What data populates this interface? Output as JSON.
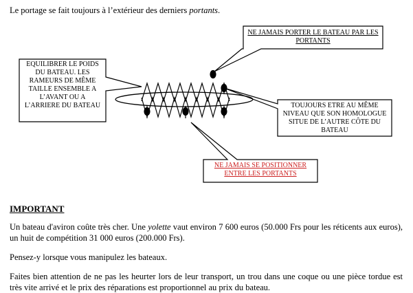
{
  "intro": {
    "text_before": "Le portage se fait toujours à l’extérieur des derniers ",
    "emphasis": "portants",
    "text_after": "."
  },
  "callouts": {
    "balance_weight": "EQUILIBRER LE POIDS DU BATEAU. LES RAMEURS DE MÊME TAILLE ENSEMBLE A L’AVANT OU A L’ARRIERE DU BATEAU",
    "never_carry_by_riggers": "NE JAMAIS PORTER LE BATEAU PAR LES PORTANTS",
    "same_level": "TOUJOURS ETRE AU MÊME NIVEAU QUE SON HOMOLOGUE SITUE DE L’AUTRE CÔTE DU BATEAU",
    "never_between_riggers": "NE JAMAIS SE POSITIONNER ENTRE LES PORTANTS"
  },
  "important": {
    "heading": "IMPORTANT",
    "p1_before": "Un bateau d'aviron coûte très cher. Une ",
    "p1_emphasis": "yolette",
    "p1_after": " vaut environ 7 600 euros (50.000 Frs pour les réticents aux euros), un huit de compétition 31 000 euros (200.000 Frs).",
    "p2": "Pensez-y lorsque vous manipulez les bateaux.",
    "p3": "Faites bien attention de ne pas les heurter lors de leur transport, un trou dans une coque ou une pièce tordue est très vite arrivé et le prix des réparations est proportionnel au prix du bateau."
  },
  "colors": {
    "warning_red": "#cc1f1f"
  }
}
